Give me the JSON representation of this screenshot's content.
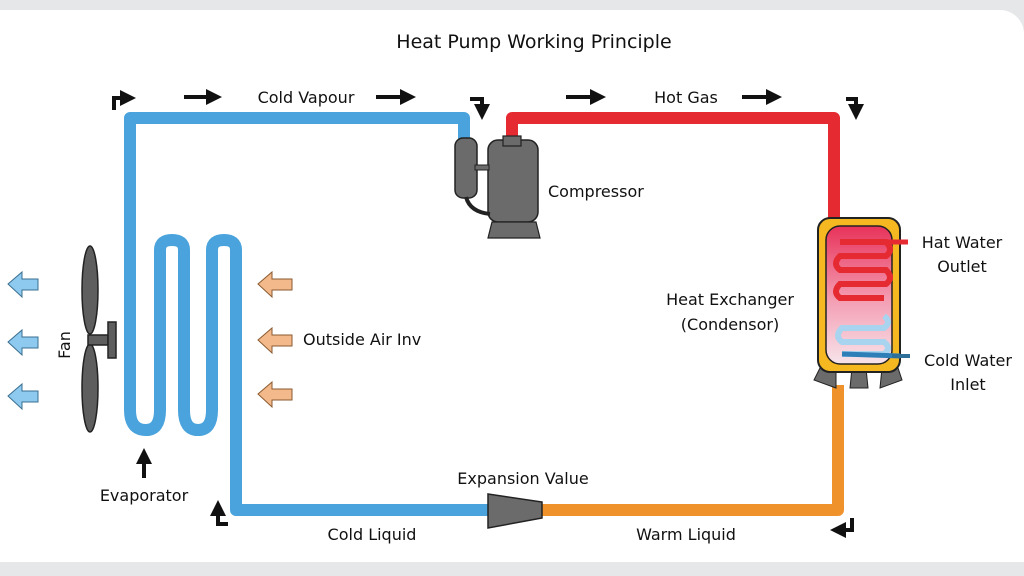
{
  "title": "Heat Pump Working Principle",
  "labels": {
    "cold_vapour": "Cold Vapour",
    "hot_gas": "Hot Gas",
    "compressor": "Compressor",
    "heat_exchanger_line1": "Heat Exchanger",
    "heat_exchanger_line2": "(Condensor)",
    "hot_water_outlet_line1": "Hat Water",
    "hot_water_outlet_line2": "Outlet",
    "cold_water_inlet_line1": "Cold Water",
    "cold_water_inlet_line2": "Inlet",
    "outside_air": "Outside Air Inv",
    "fan": "Fan",
    "evaporator": "Evaporator",
    "expansion_valve": "Expansion Value",
    "cold_liquid": "Cold Liquid",
    "warm_liquid": "Warm Liquid"
  },
  "colors": {
    "cold_pipe": "#4aa3dc",
    "hot_pipe": "#e52a32",
    "warm_pipe": "#f0922b",
    "component_gray": "#6b6b6b",
    "exchanger_yellow": "#f5b820",
    "air_in_arrow": "#f3b98a",
    "air_out_arrow": "#8ec9ef"
  }
}
